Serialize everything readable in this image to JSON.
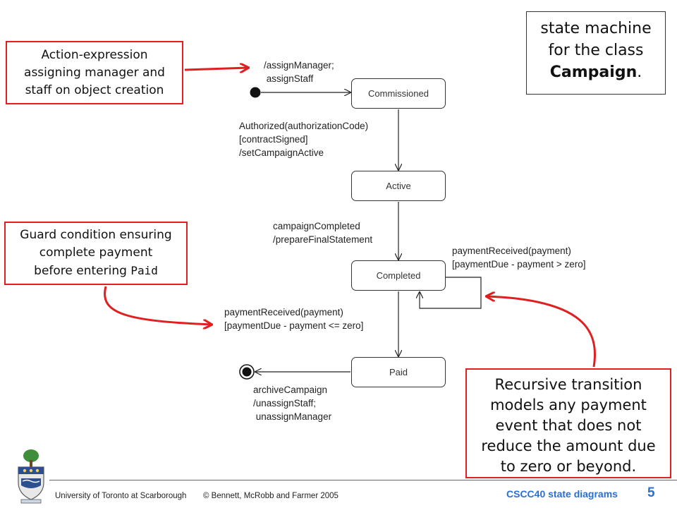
{
  "title": {
    "line1": "state machine",
    "line2": "for the class",
    "line3_bold": "Campaign",
    "line3_tail": "."
  },
  "states": {
    "commissioned": "Commissioned",
    "active": "Active",
    "completed": "Completed",
    "paid": "Paid"
  },
  "transitions": {
    "assign": "/assignManager;\n assignStaff",
    "authorized": "Authorized(authorizationCode)\n[contractSigned]\n/setCampaignActive",
    "completed": "campaignCompleted\n/prepareFinalStatement",
    "recursive": "paymentReceived(payment)\n[paymentDue - payment > zero]",
    "paid": "paymentReceived(payment)\n[paymentDue - payment <= zero]",
    "archive": "archiveCampaign\n/unassignStaff;\n unassignManager"
  },
  "callouts": {
    "action_line1": "Action-expression",
    "action_line2": "assigning manager and",
    "action_line3": "staff on object creation",
    "guard_line1": "Guard condition ensuring",
    "guard_line2": "complete payment",
    "guard_line3": "before entering ",
    "guard_code": "Paid",
    "recursive_line1": "Recursive transition",
    "recursive_line2": "models any payment",
    "recursive_line3": "event that does not",
    "recursive_line4": "reduce the amount due",
    "recursive_line5": "to zero or beyond."
  },
  "footer": {
    "university": "University of Toronto at Scarborough",
    "copyright": "© Bennett, McRobb and Farmer 2005",
    "course": "CSCC40  state diagrams",
    "page": "5"
  },
  "colors": {
    "callout_border": "#e02020",
    "footer_accent": "#2a6fd6"
  }
}
